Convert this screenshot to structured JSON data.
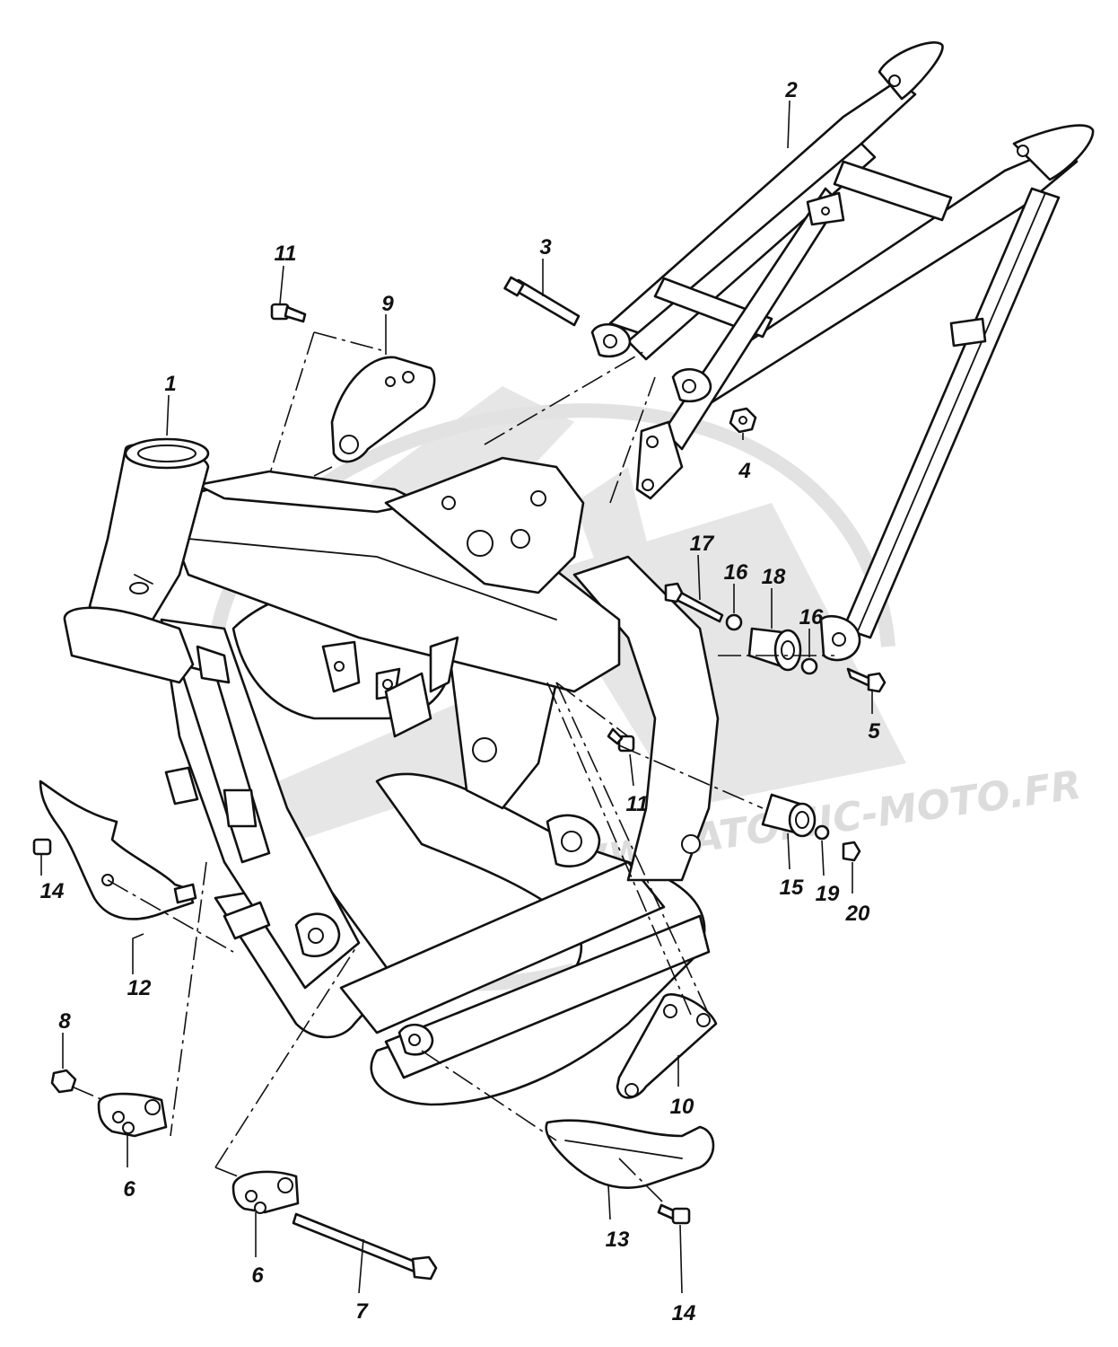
{
  "watermark": {
    "text": "www.ATOMIC-MOTO.FR",
    "color": "#dcdcdc"
  },
  "callouts": [
    {
      "id": "c1",
      "label": "1"
    },
    {
      "id": "c2",
      "label": "2"
    },
    {
      "id": "c3",
      "label": "3"
    },
    {
      "id": "c4",
      "label": "4"
    },
    {
      "id": "c5",
      "label": "5"
    },
    {
      "id": "c6a",
      "label": "6"
    },
    {
      "id": "c6b",
      "label": "6"
    },
    {
      "id": "c7",
      "label": "7"
    },
    {
      "id": "c8",
      "label": "8"
    },
    {
      "id": "c9",
      "label": "9"
    },
    {
      "id": "c10",
      "label": "10"
    },
    {
      "id": "c11a",
      "label": "11"
    },
    {
      "id": "c11b",
      "label": "11"
    },
    {
      "id": "c12",
      "label": "12"
    },
    {
      "id": "c13",
      "label": "13"
    },
    {
      "id": "c14a",
      "label": "14"
    },
    {
      "id": "c14b",
      "label": "14"
    },
    {
      "id": "c15",
      "label": "15"
    },
    {
      "id": "c16a",
      "label": "16"
    },
    {
      "id": "c16b",
      "label": "16"
    },
    {
      "id": "c17",
      "label": "17"
    },
    {
      "id": "c18",
      "label": "18"
    },
    {
      "id": "c19",
      "label": "19"
    },
    {
      "id": "c20",
      "label": "20"
    }
  ],
  "colors": {
    "line": "#111111",
    "background": "#ffffff",
    "watermark": "#e6e6e6"
  }
}
